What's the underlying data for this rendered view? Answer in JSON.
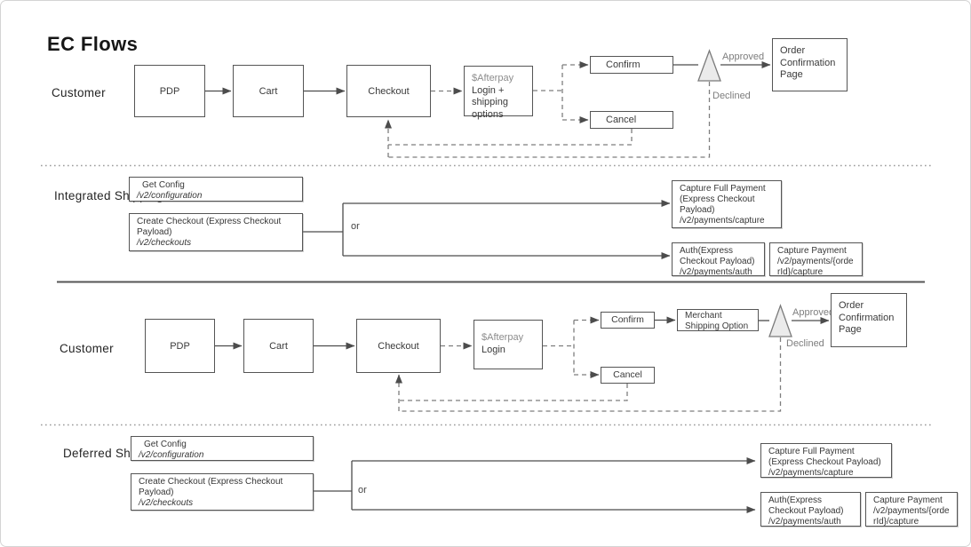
{
  "title": "EC Flows",
  "colors": {
    "box_border": "#555555",
    "solid_line": "#4c4c4c",
    "dashed_line": "#7e7e7e",
    "muted_label": "#7d7d7d",
    "brand_text": "#8d8d8d",
    "triangle_fill": "#ebebeb"
  },
  "flow1": {
    "lane": "Customer",
    "pdp": "PDP",
    "cart": "Cart",
    "checkout": "Checkout",
    "afterpay_brand": "$Afterpay",
    "afterpay_rest": "Login + shipping options",
    "confirm": "Confirm",
    "cancel": "Cancel",
    "approved": "Approved",
    "declined": "Declined",
    "order_confirmation": "Order Confirmation Page"
  },
  "integrated": {
    "lane": "Integrated Shipping",
    "or": "or",
    "get_config_label": "Get Config",
    "get_config_path": "/v2/configuration",
    "create_checkout_label": "Create Checkout (Express Checkout Payload)",
    "create_checkout_path": "/v2/checkouts",
    "capture_full_label": "Capture Full Payment (Express Checkout Payload)",
    "capture_full_path": "/v2/payments/capture",
    "auth_label": "Auth(Express Checkout Payload)",
    "auth_path": "/v2/payments/auth",
    "capture_payment_label": "Capture Payment",
    "capture_payment_path": "/v2/payments/{orderId}/capture"
  },
  "flow2": {
    "lane": "Customer",
    "pdp": "PDP",
    "cart": "Cart",
    "checkout": "Checkout",
    "afterpay_brand": "$Afterpay",
    "afterpay_rest": "Login",
    "confirm": "Confirm",
    "cancel": "Cancel",
    "merchant_shipping": "Merchant Shipping Option",
    "approved": "Approved",
    "declined": "Declined",
    "order_confirmation": "Order Confirmation Page"
  },
  "deferred": {
    "lane": "Deferred Shipping",
    "or": "or",
    "get_config_label": "Get Config",
    "get_config_path": "/v2/configuration",
    "create_checkout_label": "Create Checkout (Express Checkout Payload)",
    "create_checkout_path": "/v2/checkouts",
    "capture_full_label": "Capture Full Payment (Express Checkout Payload)",
    "capture_full_path": "/v2/payments/capture",
    "auth_label": "Auth(Express Checkout Payload)",
    "auth_path": "/v2/payments/auth",
    "capture_payment_label": "Capture Payment",
    "capture_payment_path": "/v2/payments/{orderId}/capture"
  }
}
